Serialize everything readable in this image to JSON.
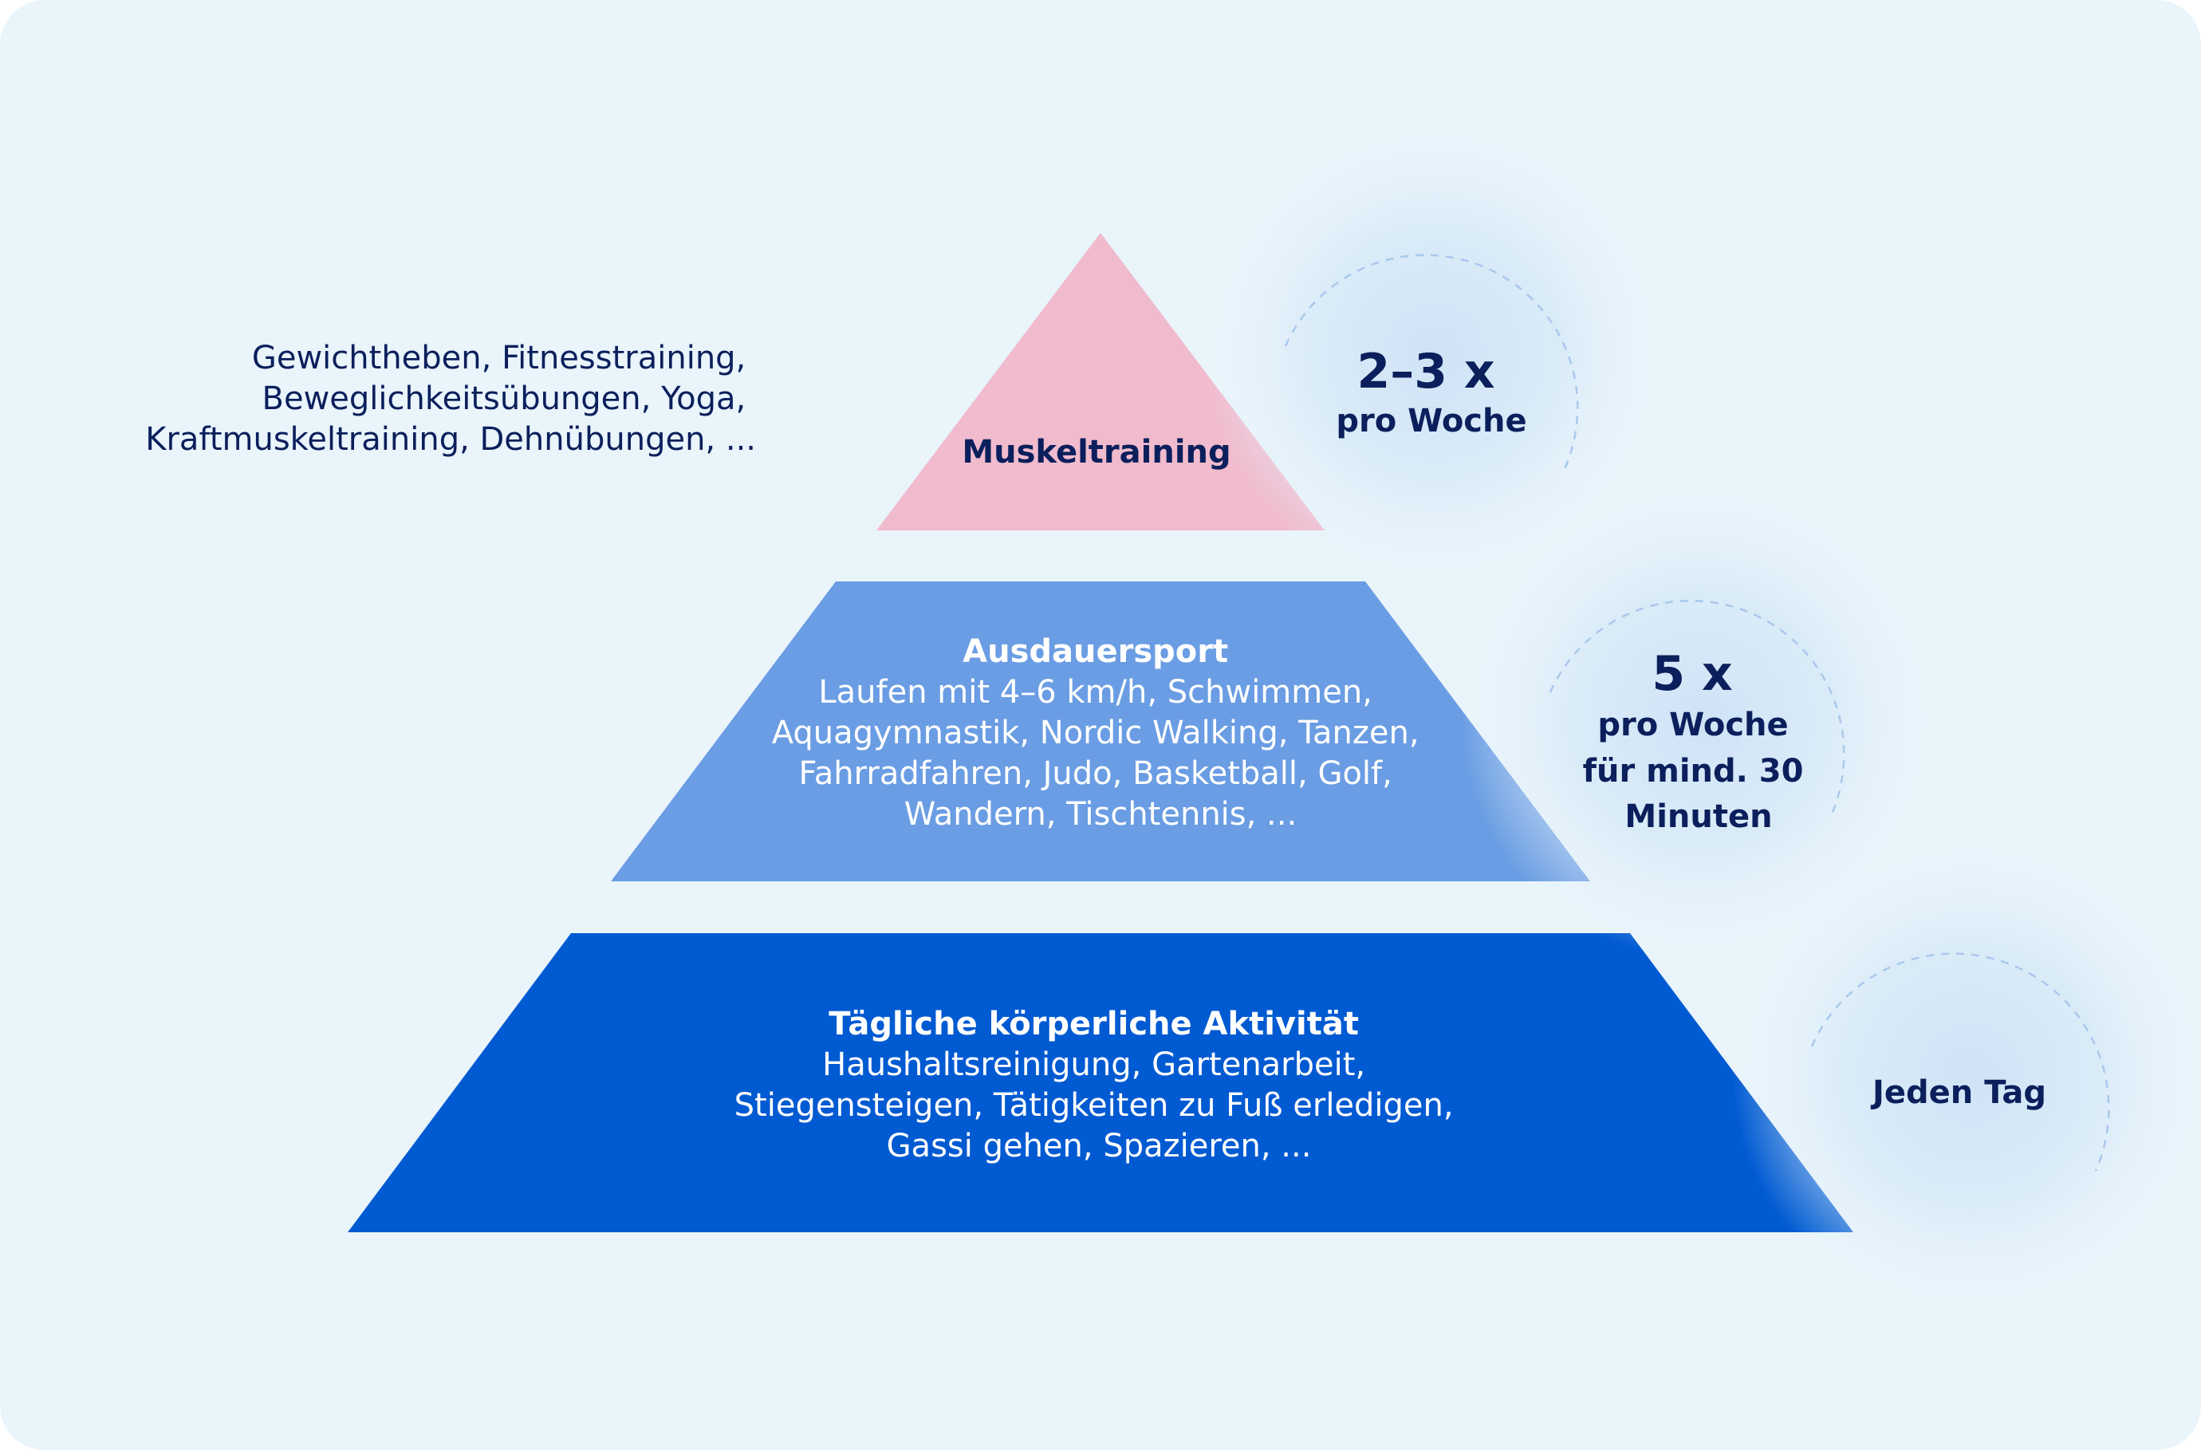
{
  "colors": {
    "background": "#e9f4fb",
    "tier_top": "#f0bbcd",
    "tier_middle": "#6a9de3",
    "tier_bottom": "#005ad2",
    "text_dark": "#0b1f5c",
    "text_light": "#ffffff"
  },
  "top_side_note": {
    "lines": [
      "Gewichtheben, Fitnesstraining,",
      "Beweglichkeitsübungen, Yoga,",
      "Kraftmuskeltraining, Dehnübungen, ..."
    ]
  },
  "tiers": [
    {
      "title": "Muskeltraining",
      "lines": []
    },
    {
      "title": "Ausdauersport",
      "lines": [
        "Laufen mit 4–6 km/h, Schwimmen,",
        "Aquagymnastik, Nordic Walking, Tanzen,",
        "Fahrradfahren, Judo, Basketball, Golf,",
        "Wandern, Tischtennis, ..."
      ]
    },
    {
      "title": "Tägliche körperliche Aktivität",
      "lines": [
        "Haushaltsreinigung, Gartenarbeit,",
        "Stiegensteigen, Tätigkeiten zu Fuß erledigen,",
        "Gassi gehen, Spazieren, ..."
      ]
    }
  ],
  "frequencies": [
    {
      "big": "2–3 x",
      "lines": [
        "pro Woche"
      ]
    },
    {
      "big": "5 x",
      "lines": [
        "pro Woche",
        "für mind. 30",
        "Minuten"
      ]
    },
    {
      "big": "",
      "lines": [
        "Jeden Tag"
      ]
    }
  ]
}
